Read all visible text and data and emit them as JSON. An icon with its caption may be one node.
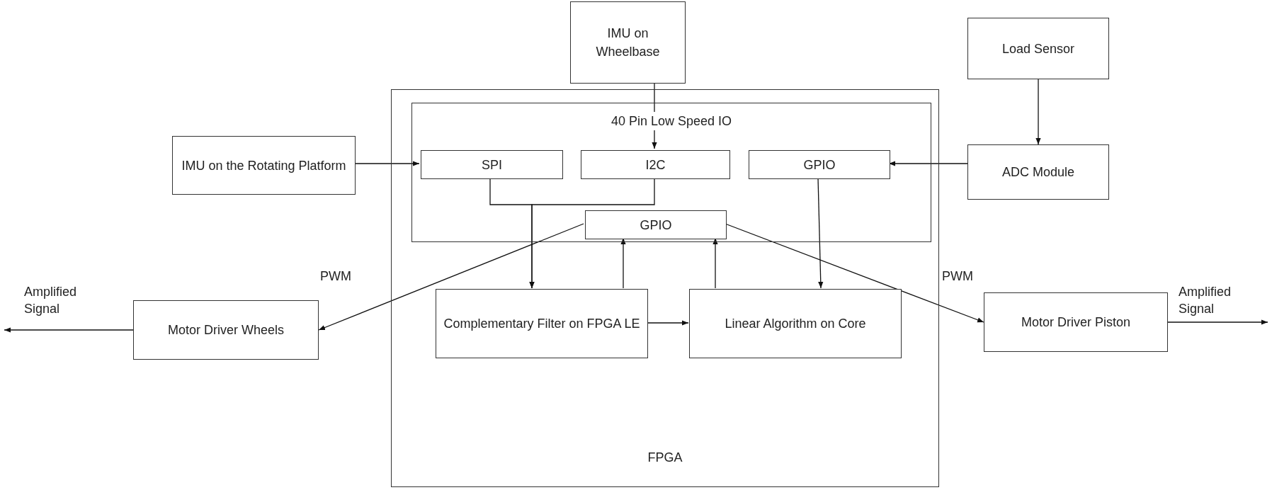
{
  "diagram": {
    "nodes": [
      {
        "text": [
          "IMU on Wheelbase"
        ]
      },
      {
        "text": [
          "Load Sensor"
        ]
      },
      {
        "text": [
          "FPGA"
        ]
      },
      {
        "text": [
          "40 Pin Low Speed IO"
        ],
        "in": 2
      },
      {
        "text": [
          "IMU on the Rotating Platform"
        ]
      },
      {
        "text": [
          "SPI"
        ],
        "in": 3
      },
      {
        "text": [
          "I2C"
        ],
        "in": 3
      },
      {
        "text": [
          "GPIO"
        ],
        "in": 3
      },
      {
        "text": [
          "ADC  Module"
        ]
      },
      {
        "text": [
          "GPIO"
        ],
        "in": 3
      },
      {
        "text": [
          "Complementary Filter on FPGA LE"
        ],
        "in": 2
      },
      {
        "text": [
          "Linear Algorithm on Core"
        ],
        "in": 2
      },
      {
        "text": [
          "Motor Driver Wheels"
        ]
      },
      {
        "text": [
          "Motor Driver Piston"
        ]
      }
    ],
    "edges": [
      {
        "from": 0,
        "to": 6,
        "arrow": "to"
      },
      {
        "from": 1,
        "to": 8,
        "arrow": "to"
      },
      {
        "from": 4,
        "to": 5,
        "arrow": "to"
      },
      {
        "from": 8,
        "to": 7,
        "arrow": "to"
      },
      {
        "from": 5,
        "to": 10,
        "arrow": "to"
      },
      {
        "from": 6,
        "to": 10,
        "arrow": "to"
      },
      {
        "from": 7,
        "to": 11,
        "arrow": "to"
      },
      {
        "from": 10,
        "to": 9,
        "arrow": "to"
      },
      {
        "from": 11,
        "to": 9,
        "arrow": "to"
      },
      {
        "from": 10,
        "to": 11,
        "arrow": "to"
      },
      {
        "from": 9,
        "to": 12,
        "arrow": "to",
        "label": "PWM"
      },
      {
        "from": 9,
        "to": 13,
        "arrow": "to",
        "label": "PWM"
      },
      {
        "from": 12,
        "to": null,
        "arrow": "to",
        "label": "Amplified Signal"
      },
      {
        "from": 13,
        "to": null,
        "arrow": "to",
        "label": "Amplified Signal"
      }
    ]
  }
}
